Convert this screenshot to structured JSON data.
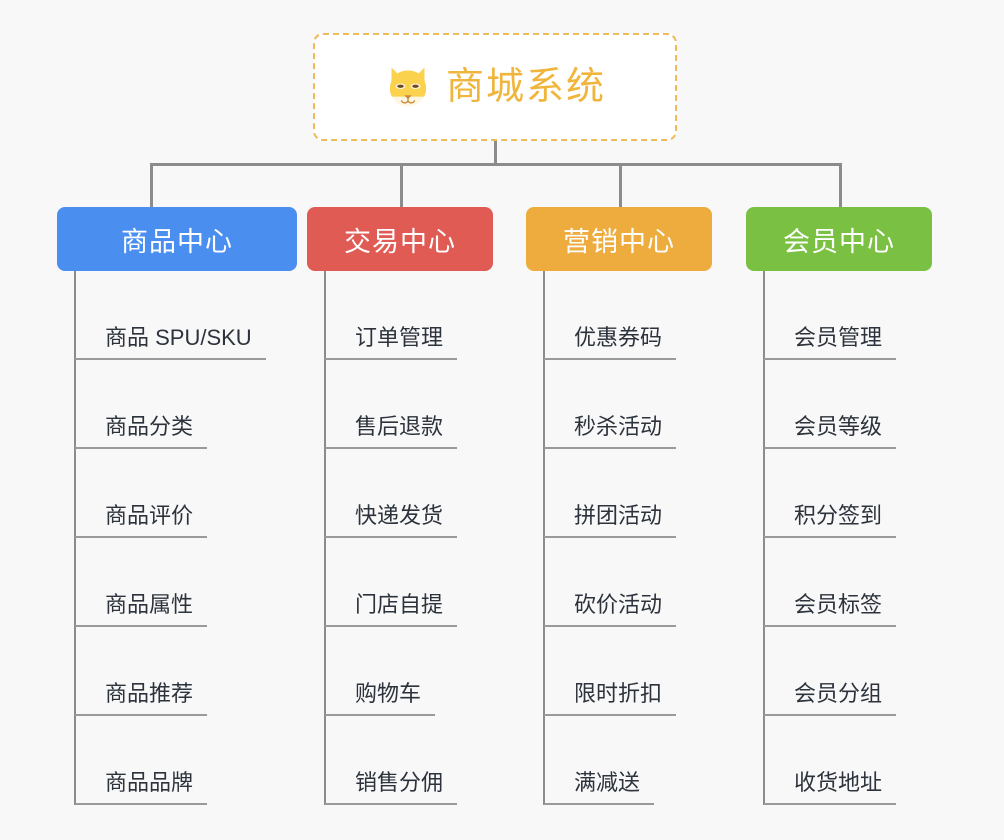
{
  "page": {
    "background": "#f8f8f8",
    "type": "org-chart-mindmap"
  },
  "root": {
    "title": "商城系统",
    "icon": "shiba-dog-icon",
    "border_color": "#f0b95a",
    "text_color": "#f0b53c",
    "background": "#ffffff"
  },
  "connector": {
    "color": "#8c8c8c"
  },
  "columns": [
    {
      "id": "product-center",
      "label": "商品中心",
      "color": "#4a8ef0",
      "items": [
        "商品 SPU/SKU",
        "商品分类",
        "商品评价",
        "商品属性",
        "商品推荐",
        "商品品牌"
      ]
    },
    {
      "id": "transaction-center",
      "label": "交易中心",
      "color": "#e15b55",
      "items": [
        "订单管理",
        "售后退款",
        "快递发货",
        "门店自提",
        "购物车",
        "销售分佣"
      ]
    },
    {
      "id": "marketing-center",
      "label": "营销中心",
      "color": "#eeac3f",
      "items": [
        "优惠券码",
        "秒杀活动",
        "拼团活动",
        "砍价活动",
        "限时折扣",
        "满减送"
      ]
    },
    {
      "id": "member-center",
      "label": "会员中心",
      "color": "#7ac143",
      "items": [
        "会员管理",
        "会员等级",
        "积分签到",
        "会员标签",
        "会员分组",
        "收货地址"
      ]
    }
  ]
}
